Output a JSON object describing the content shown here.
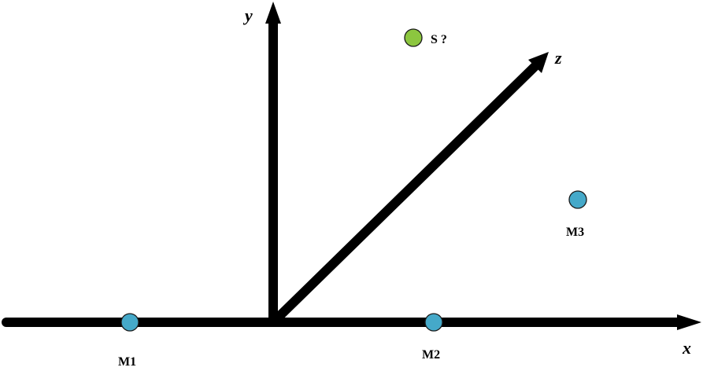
{
  "axes": {
    "x_label": "x",
    "y_label": "y",
    "z_label": "z"
  },
  "points": {
    "m1": {
      "label": "M1",
      "color": "#45a9c9"
    },
    "m2": {
      "label": "M2",
      "color": "#45a9c9"
    },
    "m3": {
      "label": "M3",
      "color": "#45a9c9"
    },
    "s": {
      "label": "S ?",
      "color": "#8cc63f"
    }
  },
  "colors": {
    "axis": "#000000",
    "background": "#ffffff"
  }
}
